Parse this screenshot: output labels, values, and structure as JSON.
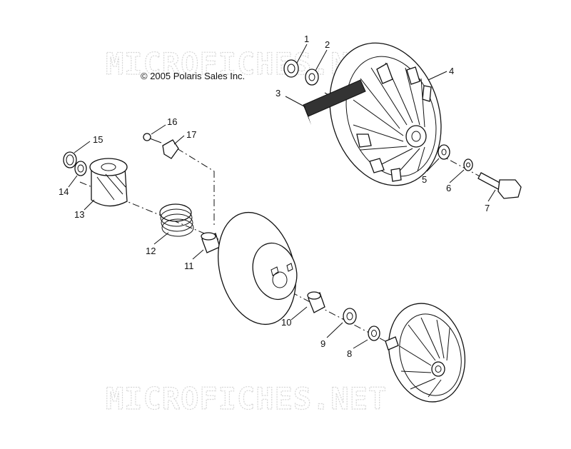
{
  "copyright": "© 2005 Polaris Sales Inc.",
  "watermark_top": "MICROFICHES.NET",
  "watermark_bottom": "MICROFICHES.NET",
  "callouts": [
    {
      "id": "1",
      "label": "1"
    },
    {
      "id": "2",
      "label": "2"
    },
    {
      "id": "3",
      "label": "3"
    },
    {
      "id": "4",
      "label": "4"
    },
    {
      "id": "5",
      "label": "5"
    },
    {
      "id": "6",
      "label": "6"
    },
    {
      "id": "7",
      "label": "7"
    },
    {
      "id": "8",
      "label": "8"
    },
    {
      "id": "9",
      "label": "9"
    },
    {
      "id": "10",
      "label": "10"
    },
    {
      "id": "11",
      "label": "11"
    },
    {
      "id": "12",
      "label": "12"
    },
    {
      "id": "13",
      "label": "13"
    },
    {
      "id": "14",
      "label": "14"
    },
    {
      "id": "15",
      "label": "15"
    },
    {
      "id": "16",
      "label": "16"
    },
    {
      "id": "17",
      "label": "17"
    }
  ]
}
